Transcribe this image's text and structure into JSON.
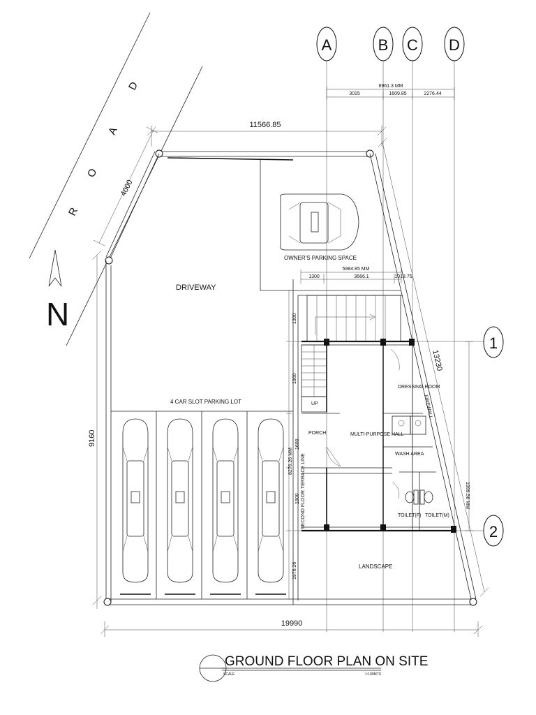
{
  "road": {
    "letters": [
      "R",
      "O",
      "A",
      "D"
    ],
    "width_label": "4000"
  },
  "north_arrow": {
    "label": "N"
  },
  "grid": {
    "columns": [
      "A",
      "B",
      "C",
      "D"
    ],
    "rows": [
      "1",
      "2"
    ]
  },
  "dimensions": {
    "top_total": "6961.3 MM",
    "top_segments": [
      "3015",
      "1609.85",
      "2276.44"
    ],
    "front_boundary": "11566.85",
    "left_boundary": "9160",
    "bottom_boundary": "19990",
    "diagonal_boundary": "13230",
    "porch_total": "5984.85 MM",
    "porch_segments": [
      "1300",
      "3666.1",
      "1018.75"
    ],
    "right_total": "1999.56 MM",
    "left_segments": [
      "1300",
      "1900",
      "1600",
      "1900",
      "1976.26"
    ],
    "left_total": "8276.26 MM"
  },
  "labels": {
    "owners_parking": "OWNER'S PARKING SPACE",
    "driveway": "DRIVEWAY",
    "parking_lot": "4 CAR SLOT PARKING LOT",
    "porch": "PORCH",
    "multipurpose_hall": "MULTI-PURPOSE HALL",
    "dressing_room": "DRESSING ROOM",
    "wash_area": "WASH AREA",
    "toilet_f": "TOILET(F)",
    "toilet_m": "TOILET(M)",
    "landscape": "LANDSCAPE",
    "firewall": "FIREWALL",
    "up": "UP",
    "second_floor_terrace": "SECOND FLOOR TERRACE LINE"
  },
  "title": {
    "text": "GROUND FLOOR PLAN ON SITE",
    "scale_label": "SCALE",
    "scale_value": "1:100MTS"
  }
}
